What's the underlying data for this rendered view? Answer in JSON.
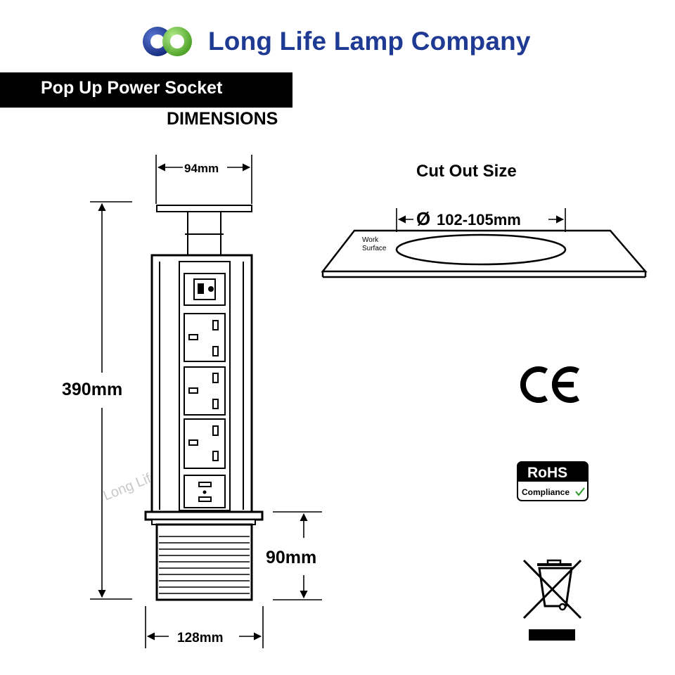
{
  "header": {
    "company": "Long Life Lamp Company",
    "logo_icon": "double-ring-logo",
    "brand_color": "#1f3a93",
    "logo_colors": [
      "#1f3a93",
      "#6ec531"
    ]
  },
  "title": {
    "product": "Pop Up Power Socket",
    "section": "DIMENSIONS"
  },
  "dimensions": {
    "top_width": "94mm",
    "total_height": "390mm",
    "base_height": "90mm",
    "base_width": "128mm"
  },
  "cutout": {
    "heading": "Cut Out Size",
    "diameter": "102-105mm",
    "diameter_symbol": "Ø",
    "surface_label_line1": "Work",
    "surface_label_line2": "Surface"
  },
  "certifications": {
    "ce_mark": "CE",
    "rohs_title": "RoHS",
    "rohs_subtitle": "Compliance",
    "weee_icon": "crossed-out-wheelie-bin-icon"
  },
  "watermark": "Long Life Lamp Company"
}
